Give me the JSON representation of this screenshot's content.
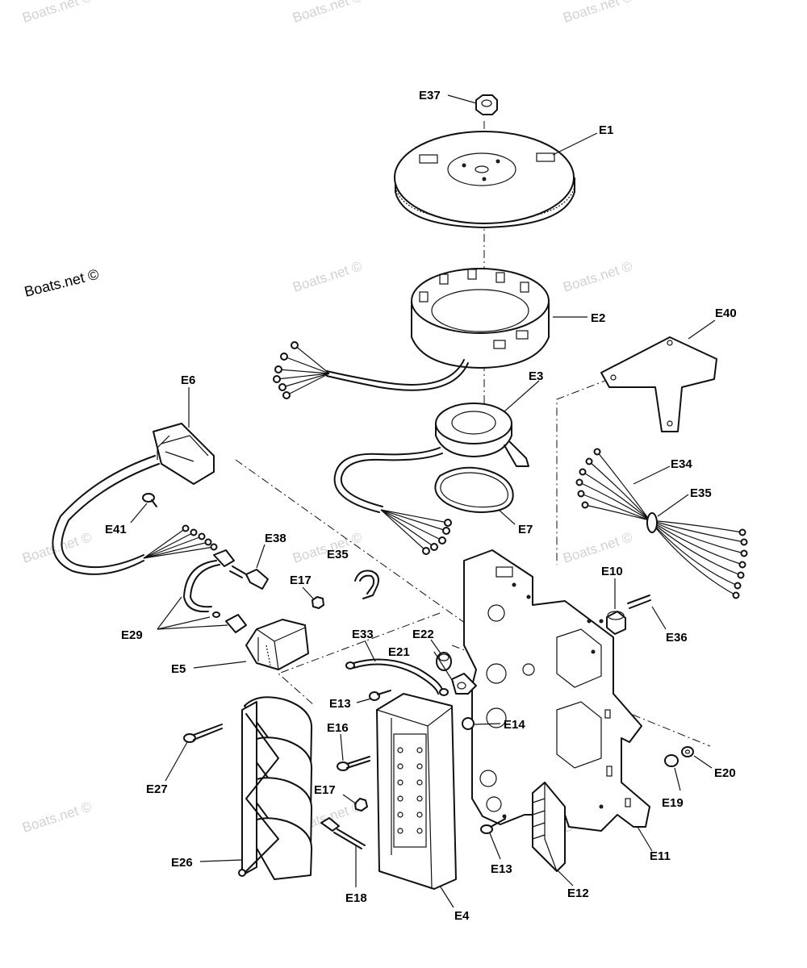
{
  "watermark": {
    "text": "Boats.net ©"
  },
  "labels": {
    "E1": "E1",
    "E2": "E2",
    "E3": "E3",
    "E4": "E4",
    "E5": "E5",
    "E6": "E6",
    "E7": "E7",
    "E10": "E10",
    "E11": "E11",
    "E12": "E12",
    "E13a": "E13",
    "E13b": "E13",
    "E14": "E14",
    "E16": "E16",
    "E17a": "E17",
    "E17b": "E17",
    "E18": "E18",
    "E19": "E19",
    "E20": "E20",
    "E21": "E21",
    "E22": "E22",
    "E26": "E26",
    "E27": "E27",
    "E29": "E29",
    "E33": "E33",
    "E34": "E34",
    "E35a": "E35",
    "E35b": "E35",
    "E36": "E36",
    "E37": "E37",
    "E38": "E38",
    "E40": "E40",
    "E41": "E41"
  }
}
